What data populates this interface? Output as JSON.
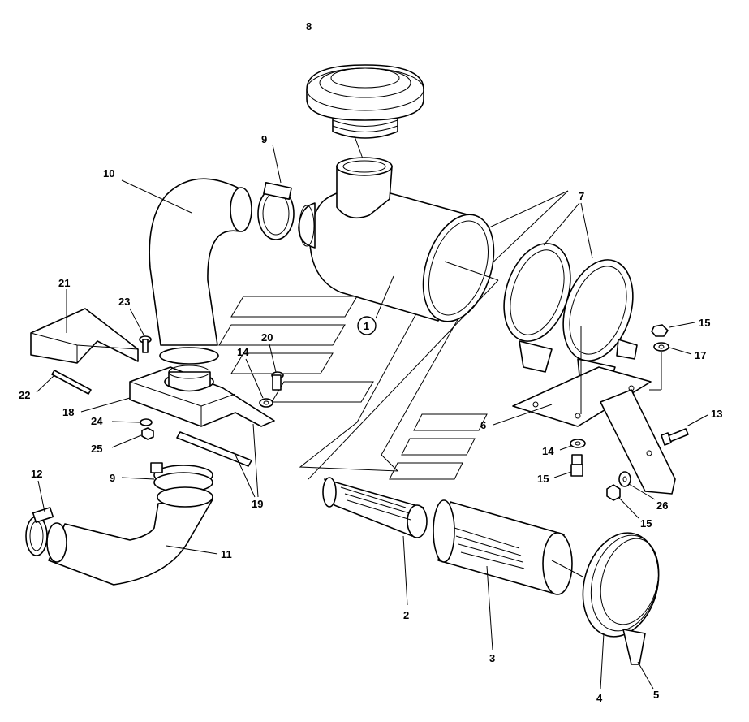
{
  "diagram": {
    "callouts": [
      {
        "id": "c1",
        "text": "1"
      },
      {
        "id": "c2",
        "text": "2"
      },
      {
        "id": "c3",
        "text": "3"
      },
      {
        "id": "c4",
        "text": "4"
      },
      {
        "id": "c5",
        "text": "5"
      },
      {
        "id": "c6",
        "text": "6"
      },
      {
        "id": "c7",
        "text": "7"
      },
      {
        "id": "c8",
        "text": "8"
      },
      {
        "id": "c9a",
        "text": "9"
      },
      {
        "id": "c9b",
        "text": "9"
      },
      {
        "id": "c10",
        "text": "10"
      },
      {
        "id": "c11",
        "text": "11"
      },
      {
        "id": "c12",
        "text": "12"
      },
      {
        "id": "c13",
        "text": "13"
      },
      {
        "id": "c14a",
        "text": "14"
      },
      {
        "id": "c14b",
        "text": "14"
      },
      {
        "id": "c15a",
        "text": "15"
      },
      {
        "id": "c15b",
        "text": "15"
      },
      {
        "id": "c15c",
        "text": "15"
      },
      {
        "id": "c17",
        "text": "17"
      },
      {
        "id": "c18",
        "text": "18"
      },
      {
        "id": "c19",
        "text": "19"
      },
      {
        "id": "c20",
        "text": "20"
      },
      {
        "id": "c21",
        "text": "21"
      },
      {
        "id": "c22",
        "text": "22"
      },
      {
        "id": "c23",
        "text": "23"
      },
      {
        "id": "c24",
        "text": "24"
      },
      {
        "id": "c25",
        "text": "25"
      },
      {
        "id": "c26",
        "text": "26"
      }
    ]
  }
}
